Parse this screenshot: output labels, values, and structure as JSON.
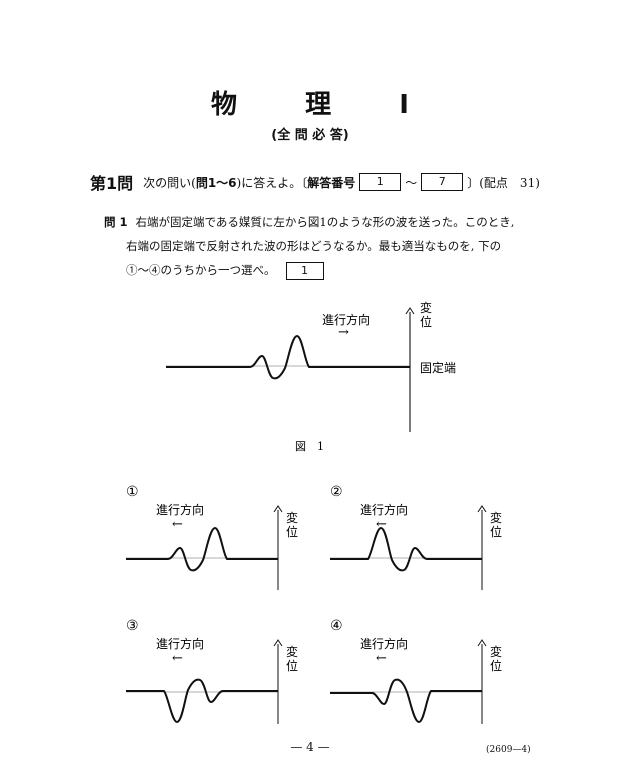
{
  "header": {
    "title_chars": [
      "物",
      "理",
      "I"
    ],
    "subtitle": "(全 問 必 答)"
  },
  "question": {
    "number": "第1問",
    "prompt": "次の問い(",
    "prompt_bold": "問1～6",
    "prompt_tail": ")に答えよ。〔",
    "answer_label": "解答番号",
    "box_start": "1",
    "tilde": "～",
    "box_end": "7",
    "tail": "〕(配点　31)"
  },
  "sub1": {
    "label": "問 1",
    "line1": "右端が固定端である媒質に左から図1のような形の波を送った。このとき,",
    "line2": "右端の固定端で反射された波の形はどうなるか。最も適当なものを, 下の",
    "line3": "①～④のうちから一つ選べ。",
    "answer_box": "1"
  },
  "figure1": {
    "direction_label": "進行方向",
    "arrow": "→",
    "axis_label_1": "変",
    "axis_label_2": "位",
    "end_label": "固定端",
    "caption": "図　1"
  },
  "options": [
    {
      "mark": "①",
      "direction_label": "進行方向",
      "arrow": "←",
      "axis_1": "変",
      "axis_2": "位"
    },
    {
      "mark": "②",
      "direction_label": "進行方向",
      "arrow": "←",
      "axis_1": "変",
      "axis_2": "位"
    },
    {
      "mark": "③",
      "direction_label": "進行方向",
      "arrow": "←",
      "axis_1": "変",
      "axis_2": "位"
    },
    {
      "mark": "④",
      "direction_label": "進行方向",
      "arrow": "←",
      "axis_1": "変",
      "axis_2": "位"
    }
  ],
  "footer": {
    "page": "— 4 —",
    "code": "(2609—4)"
  }
}
